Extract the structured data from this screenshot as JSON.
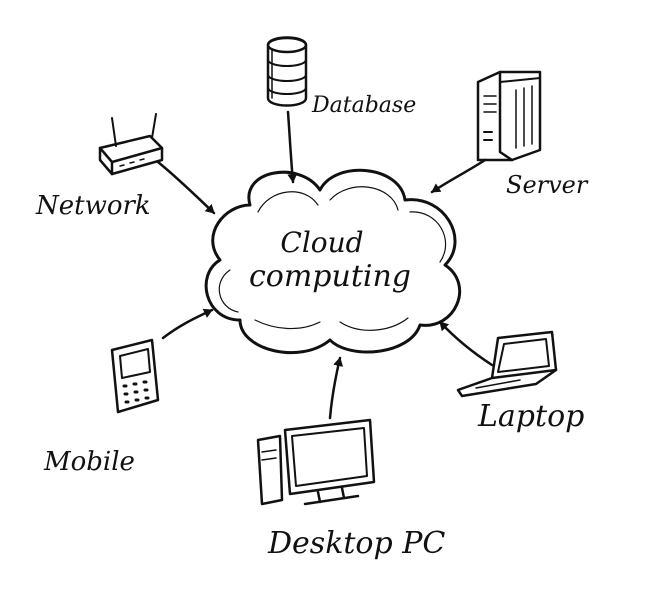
{
  "diagram": {
    "center": {
      "line1": "Cloud",
      "line2": "computing"
    },
    "labels": {
      "database": "Database",
      "server": "Server",
      "network": "Network",
      "mobile": "Mobile",
      "desktop": "Desktop PC",
      "laptop": "Laptop"
    },
    "icons": {
      "database": "database-icon",
      "server": "server-icon",
      "network": "router-icon",
      "mobile": "mobile-phone-icon",
      "desktop": "desktop-pc-icon",
      "laptop": "laptop-icon"
    },
    "colors": {
      "ink": "#111111",
      "background": "#ffffff"
    }
  }
}
